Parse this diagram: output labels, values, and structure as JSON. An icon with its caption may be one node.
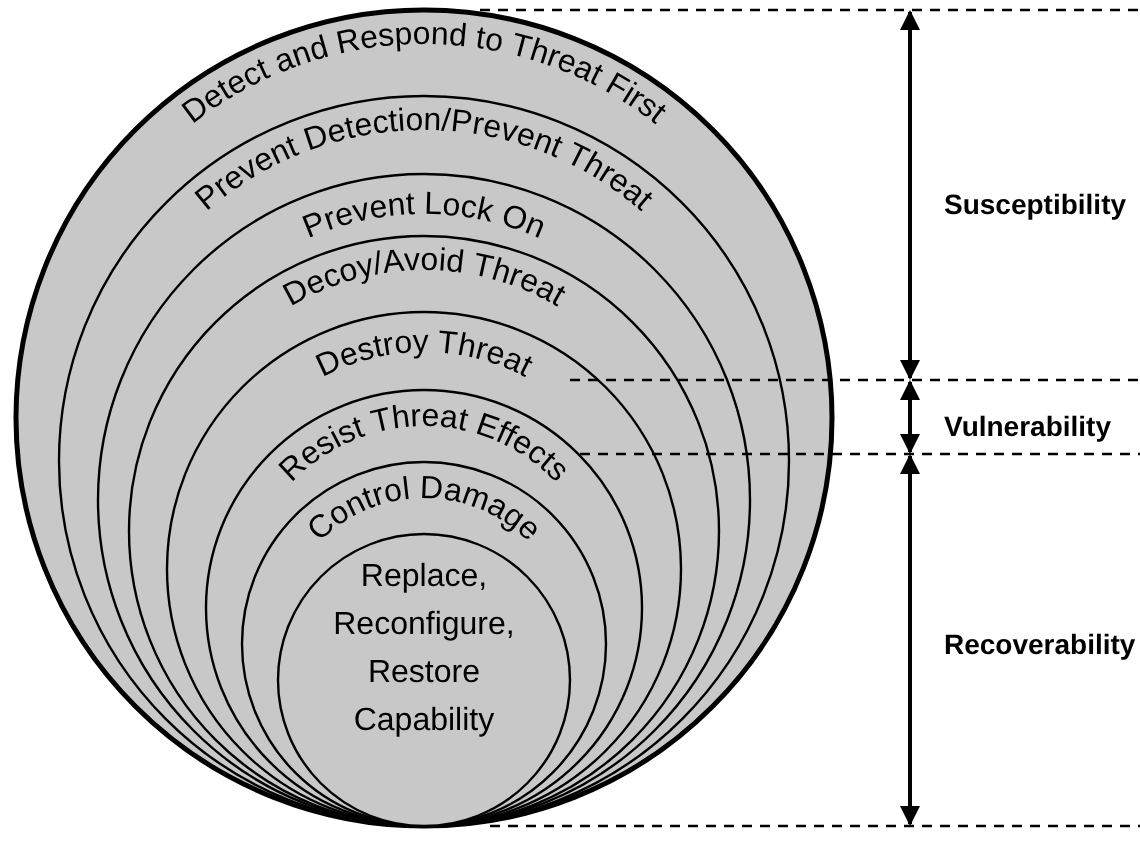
{
  "diagram": {
    "nodes": [
      {
        "text": [
          "Detect and Respond to Threat First"
        ]
      },
      {
        "text": [
          "Prevent Detection/Prevent Threat"
        ],
        "in": 0
      },
      {
        "text": [
          "Prevent Lock On"
        ],
        "in": 1
      },
      {
        "text": [
          "Decoy/Avoid Threat"
        ],
        "in": 2
      },
      {
        "text": [
          "Destroy Threat"
        ],
        "in": 3
      },
      {
        "text": [
          "Resist Threat Effects"
        ],
        "in": 4
      },
      {
        "text": [
          "Control Damage"
        ],
        "in": 5
      },
      {
        "text": [
          "Replace, Reconfigure, Restore Capability"
        ],
        "in": 6
      }
    ],
    "labels": [
      "Susceptibility",
      "Vulnerability",
      "Recoverability"
    ]
  }
}
